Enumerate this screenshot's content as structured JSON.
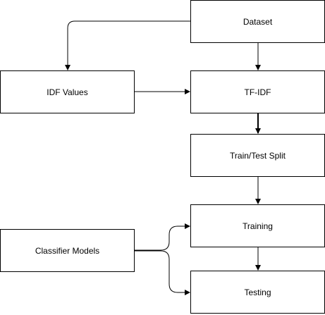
{
  "diagram": {
    "nodes": [
      {
        "id": "dataset",
        "label": "Dataset"
      },
      {
        "id": "idf",
        "label": "IDF Values"
      },
      {
        "id": "tfidf",
        "label": "TF-IDF"
      },
      {
        "id": "split",
        "label": "Train/Test Split"
      },
      {
        "id": "training",
        "label": "Training"
      },
      {
        "id": "classifier",
        "label": "Classifier Models"
      },
      {
        "id": "testing",
        "label": "Testing"
      }
    ],
    "edges": [
      {
        "from": "dataset",
        "to": "tfidf"
      },
      {
        "from": "dataset",
        "to": "idf"
      },
      {
        "from": "idf",
        "to": "tfidf"
      },
      {
        "from": "tfidf",
        "to": "split"
      },
      {
        "from": "split",
        "to": "training"
      },
      {
        "from": "training",
        "to": "testing"
      },
      {
        "from": "classifier",
        "to": "training"
      },
      {
        "from": "classifier",
        "to": "testing"
      }
    ],
    "colors": {
      "stroke": "#000000",
      "fill": "#ffffff",
      "text": "#000000"
    }
  }
}
